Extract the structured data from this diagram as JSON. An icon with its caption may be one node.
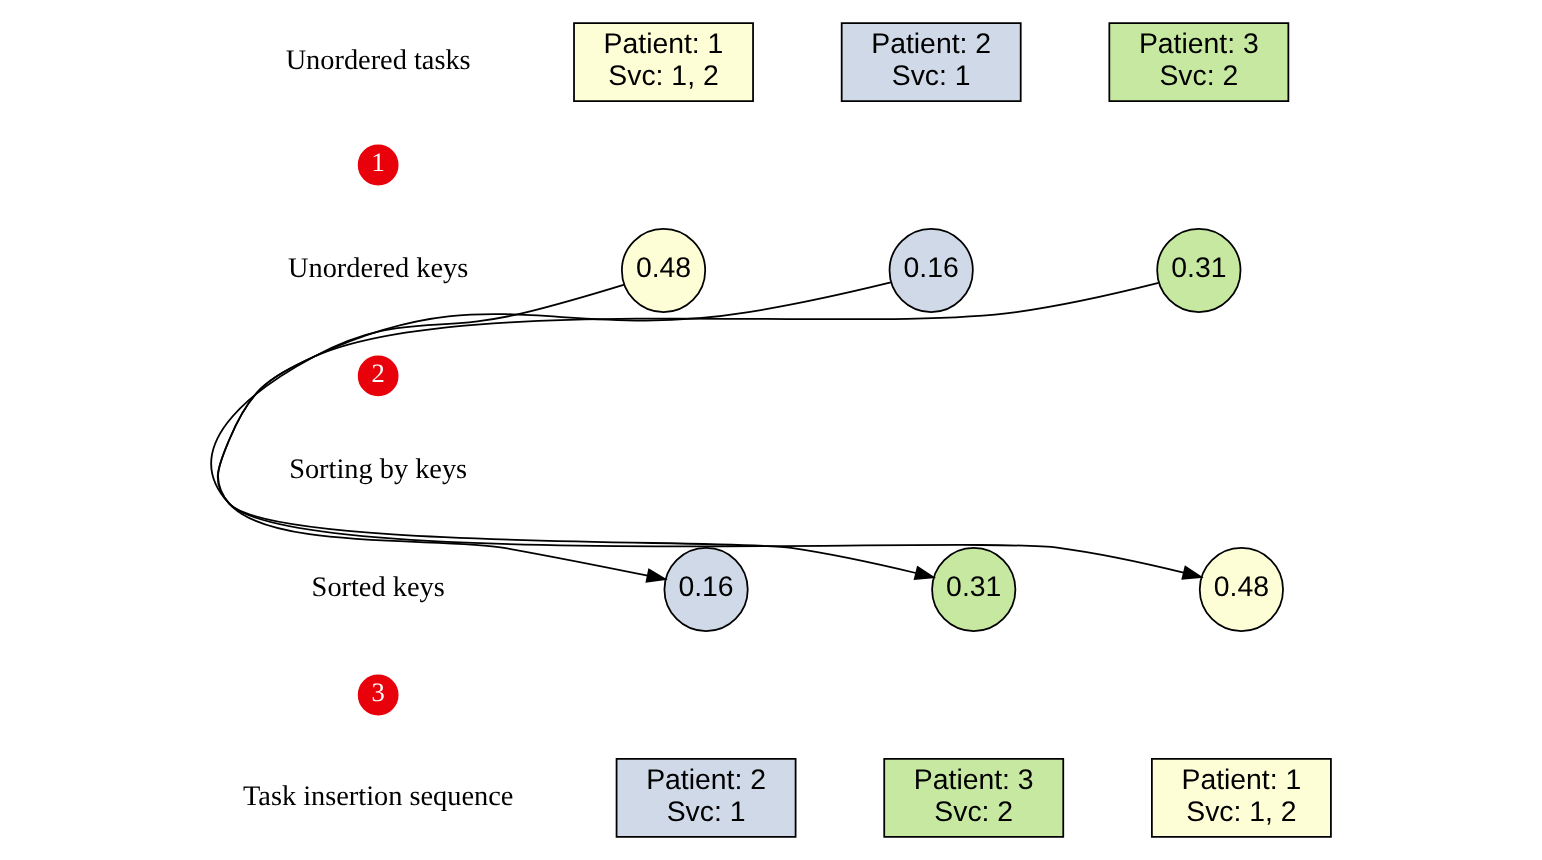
{
  "diagram": {
    "nodes": [
      {
        "text": [
          "Patient: 1",
          "Svc: 1, 2"
        ]
      },
      {
        "text": [
          "Patient: 2",
          "Svc: 1"
        ]
      },
      {
        "text": [
          "Patient: 3",
          "Svc: 2"
        ]
      },
      {
        "text": [
          "1"
        ]
      },
      {
        "text": [
          "0.48"
        ]
      },
      {
        "text": [
          "0.16"
        ]
      },
      {
        "text": [
          "0.31"
        ]
      },
      {
        "text": [
          "2"
        ]
      },
      {
        "text": [
          "0.16"
        ]
      },
      {
        "text": [
          "0.31"
        ]
      },
      {
        "text": [
          "0.48"
        ]
      },
      {
        "text": [
          "3"
        ]
      },
      {
        "text": [
          "Patient: 2",
          "Svc: 1"
        ]
      },
      {
        "text": [
          "Patient: 3",
          "Svc: 2"
        ]
      },
      {
        "text": [
          "Patient: 1",
          "Svc: 1, 2"
        ]
      }
    ],
    "edges": [
      {
        "from": 4,
        "to": 10,
        "arrow": "to"
      },
      {
        "from": 5,
        "to": 8,
        "arrow": "to"
      },
      {
        "from": 6,
        "to": 9,
        "arrow": "to"
      }
    ],
    "labels": [
      "Unordered tasks",
      "Unordered keys",
      "Sorting by keys",
      "Sorted keys",
      "Task insertion sequence"
    ]
  }
}
